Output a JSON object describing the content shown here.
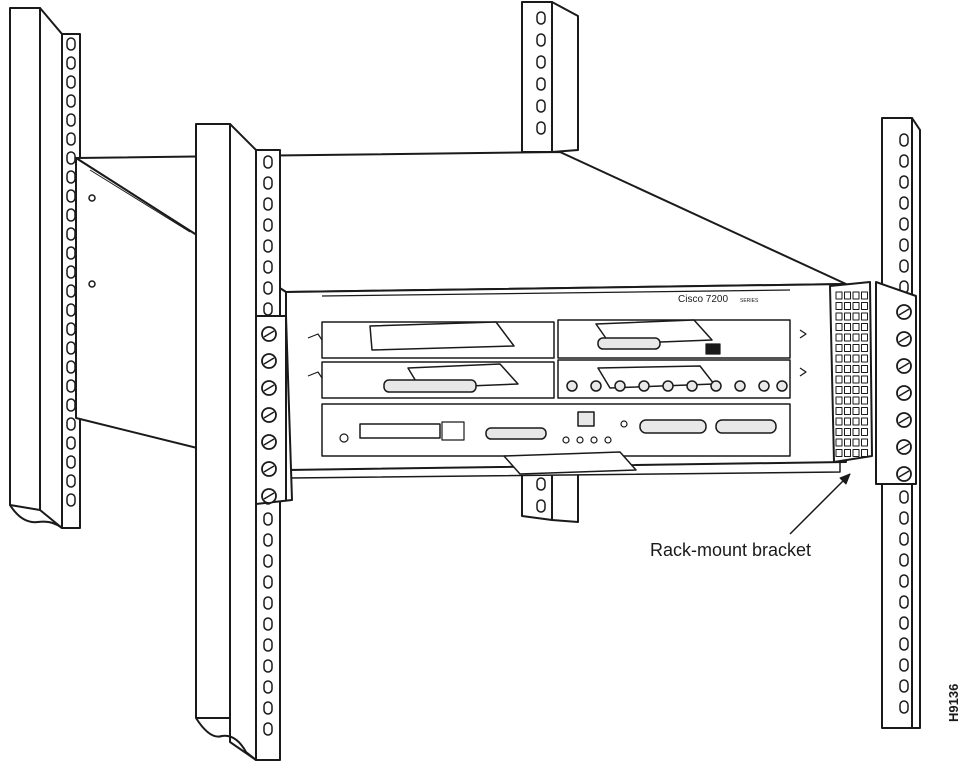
{
  "callout": {
    "label": "Rack-mount bracket"
  },
  "figure_id": "H9136",
  "chassis": {
    "brand_label": "Cisco 7200",
    "series_label": "SERIES"
  },
  "colors": {
    "line": "#1a1a1a",
    "fill": "#ffffff",
    "shade": "#e8e8e8"
  }
}
